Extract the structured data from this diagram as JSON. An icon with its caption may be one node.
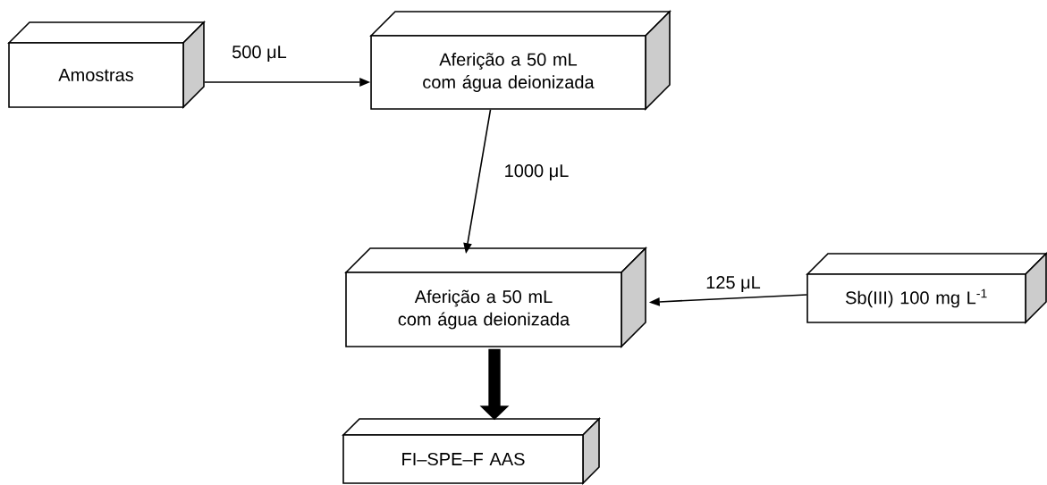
{
  "diagram": {
    "nodes": [
      {
        "text": [
          "Amostras"
        ]
      },
      {
        "text": [
          "Aferição a 50 mL com água deionizada"
        ]
      },
      {
        "text": [
          "Aferição a 50 mL com água deionizada"
        ]
      },
      {
        "text": [
          "Sb(III) 100 mg L$^{-1}$"
        ]
      },
      {
        "text": [
          "FI–SPE–F AAS"
        ]
      }
    ],
    "edges": [
      {
        "from": 0,
        "to": 1,
        "arrow": "to",
        "label": "500 μL"
      },
      {
        "from": 1,
        "to": 2,
        "arrow": "to",
        "label": "1000 μL"
      },
      {
        "from": 3,
        "to": 2,
        "arrow": "to",
        "label": "125 μL"
      },
      {
        "from": 2,
        "to": 4,
        "arrow": "to",
        "style": "thick"
      }
    ]
  }
}
